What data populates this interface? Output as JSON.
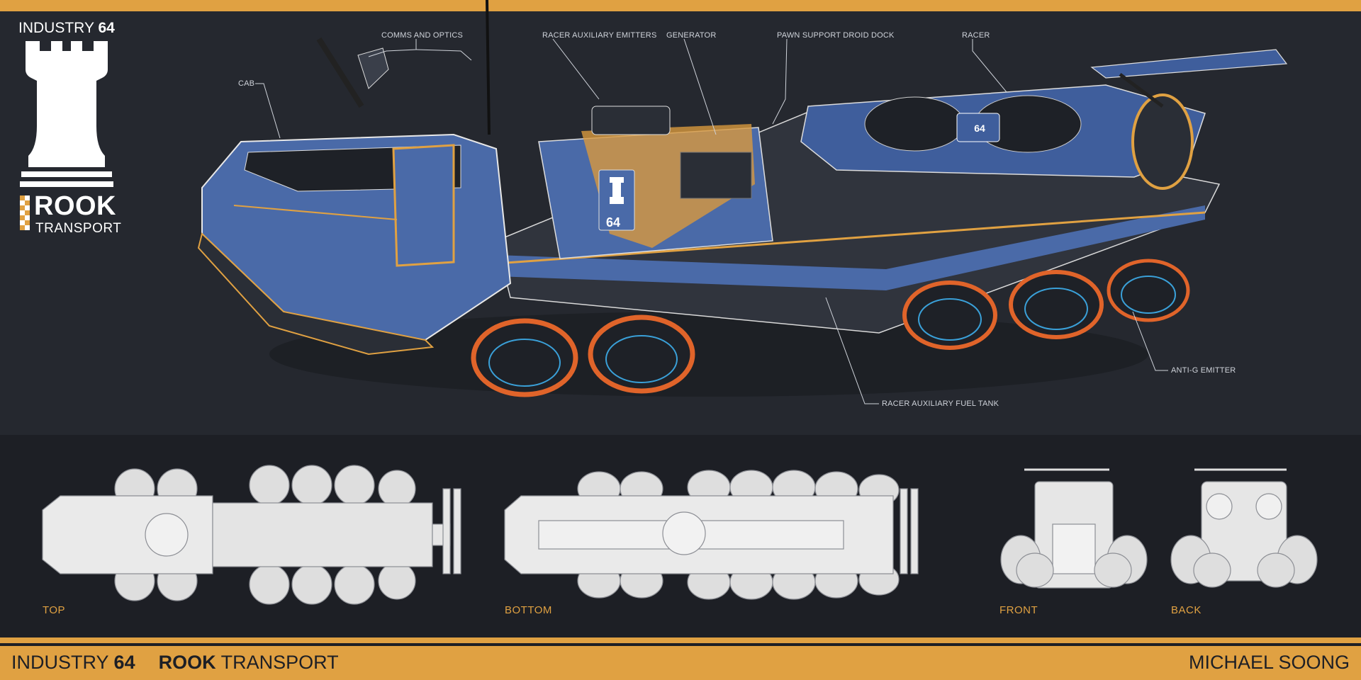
{
  "brand": {
    "industry": "INDUSTRY",
    "number": "64",
    "rook": "ROOK",
    "transport": "TRANSPORT",
    "artist": "MICHAEL SOONG",
    "vehicle_number": "64"
  },
  "callouts": {
    "cab": "CAB",
    "comms": "COMMS AND OPTICS",
    "emitters": "RACER AUXILIARY EMITTERS",
    "generator": "GENERATOR",
    "droid_dock": "PAWN SUPPORT DROID DOCK",
    "racer": "RACER",
    "anti_g": "ANTI-G EMITTER",
    "fuel_tank": "RACER AUXILIARY FUEL TANK"
  },
  "views": {
    "top": "TOP",
    "bottom": "BOTTOM",
    "front": "FRONT",
    "back": "BACK"
  },
  "colors": {
    "accent_orange": "#e0a142",
    "vehicle_blue": "#4a6aa8",
    "background": "#25282f",
    "glow_orange": "#e0642a",
    "glow_blue": "#3aa0d8"
  }
}
